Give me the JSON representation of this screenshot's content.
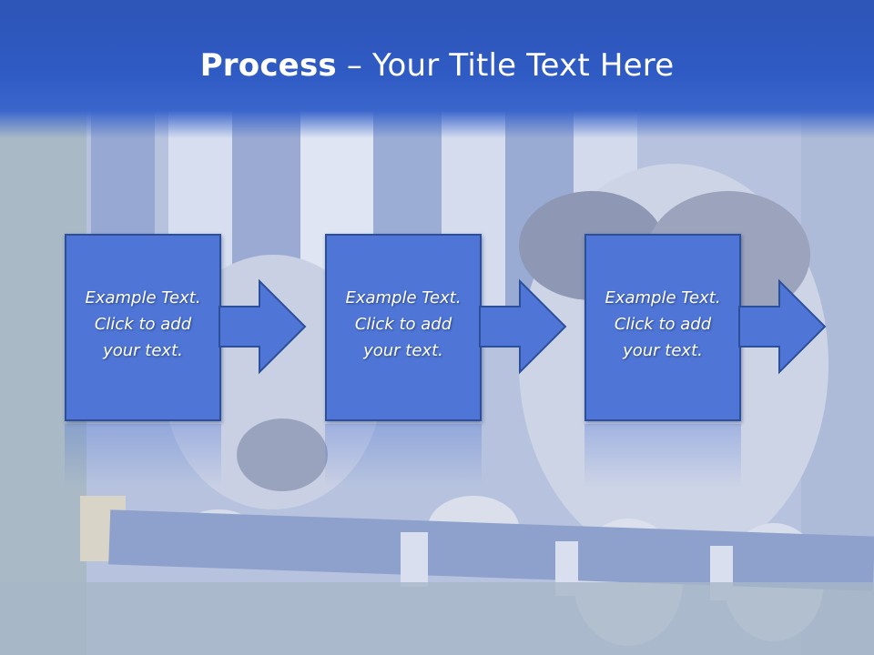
{
  "title": {
    "bold_part": "Process",
    "rest": " – Your Title Text Here"
  },
  "steps": [
    {
      "line1": "Example Text.",
      "line2": "Click  to add",
      "line3": "your text."
    },
    {
      "line1": "Example Text.",
      "line2": "Click  to add",
      "line3": "your text."
    },
    {
      "line1": "Example Text.",
      "line2": "Click  to add",
      "line3": "your text."
    }
  ],
  "colors": {
    "title_band": "#2f5bc4",
    "box_fill": "#4f76d6",
    "box_border": "#2c4f9a",
    "text": "#ffffff"
  },
  "background": {
    "description_icon": "puppies-photo"
  }
}
